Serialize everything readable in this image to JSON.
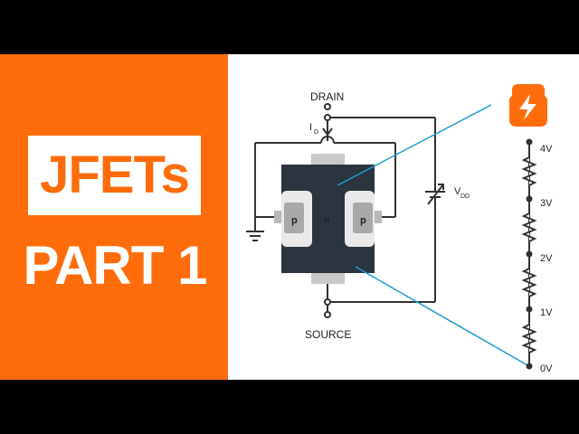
{
  "title_card": {
    "title": "JFETs",
    "subtitle": "PART 1"
  },
  "diagram": {
    "labels": {
      "drain": "DRAIN",
      "source": "SOURCE",
      "current_main": "I",
      "current_sub": "D",
      "supply_main": "V",
      "supply_sub": "DD",
      "channel": "n",
      "gate_left": "p",
      "gate_right": "p"
    },
    "voltage_scale": [
      "4V",
      "3V",
      "2V",
      "1V",
      "0V"
    ],
    "icons": [
      "lightning-bolt-icon",
      "ground-icon",
      "variable-battery-icon",
      "resistor-icon"
    ]
  },
  "colors": {
    "accent_orange": "#ff6c0c",
    "device_body": "#2a3540",
    "gate_grey": "#b8b8b8",
    "zoom_line": "#1f9bd1",
    "wire": "#333333"
  }
}
